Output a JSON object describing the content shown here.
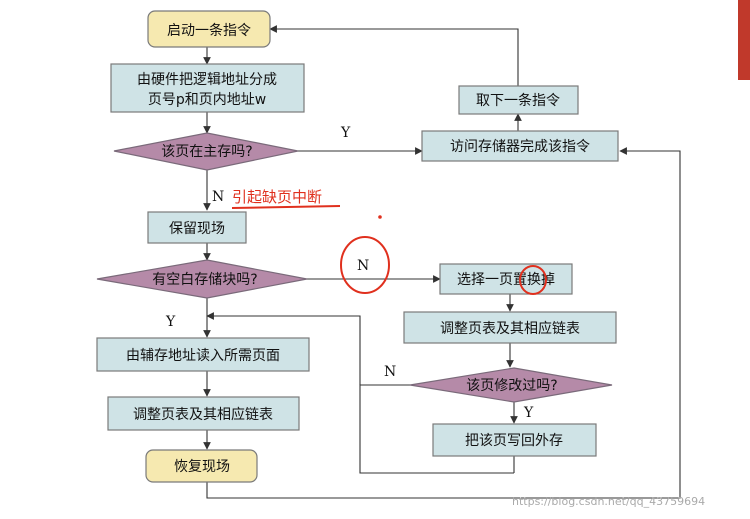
{
  "colors": {
    "process_fill": "#cfe3e6",
    "terminal_fill": "#f6e9b0",
    "decision_fill": "#b58aa8",
    "annotation_red": "#e0301e",
    "side_bar_red": "#c0392b"
  },
  "nodes": {
    "start": "启动一条指令",
    "split_address_line1": "由硬件把逻辑地址分成",
    "split_address_line2": "页号p和页内地址w",
    "in_memory_check": "该页在主存吗?",
    "access_memory": "访问存储器完成该指令",
    "fetch_next": "取下一条指令",
    "save_context": "保留现场",
    "free_block_check": "有空白存储块吗?",
    "select_page": "选择一页置换掉",
    "adjust_table_right": "调整页表及其相应链表",
    "modified_check": "该页修改过吗?",
    "write_out": "把该页写回外存",
    "read_in": "由辅存地址读入所需页面",
    "adjust_table_left": "调整页表及其相应链表",
    "restore_context": "恢复现场"
  },
  "labels": {
    "in_memory_yes": "Y",
    "in_memory_no": "N",
    "free_block_no": "N",
    "free_block_yes": "Y",
    "modified_no": "N",
    "modified_yes": "Y"
  },
  "annotation": "引起缺页中断",
  "watermark": "https://blog.csdn.net/qq_43759694"
}
